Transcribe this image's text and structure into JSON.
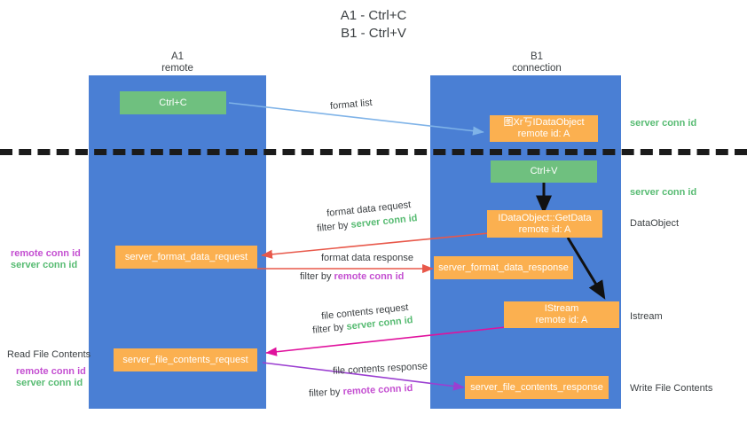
{
  "title": {
    "line1": "A1 - Ctrl+C",
    "line2": "B1 - Ctrl+V"
  },
  "lanes": [
    {
      "name": "A1",
      "sub": "remote"
    },
    {
      "name": "B1",
      "sub": "connection"
    }
  ],
  "nodes": {
    "ctrl_c": {
      "line1": "Ctrl+C",
      "color": "#6fc07f"
    },
    "ctrl_v": {
      "line1": "Ctrl+V",
      "color": "#6fc07f"
    },
    "idataobject": {
      "line1": "图Xr丂IDataObject",
      "line2": "remote id: A",
      "color": "#fbb050"
    },
    "getdata": {
      "line1": "IDataObject::GetData",
      "line2": "remote id: A",
      "color": "#fbb050"
    },
    "istream": {
      "line1": "IStream",
      "line2": "remote id: A",
      "color": "#fbb050"
    },
    "format_data_request": {
      "line1": "server_format_data_request",
      "color": "#fbb050"
    },
    "format_data_response": {
      "line1": "server_format_data_response",
      "color": "#fbb050"
    },
    "file_contents_request": {
      "line1": "server_file_contents_request",
      "color": "#fbb050"
    },
    "file_contents_response": {
      "line1": "server_file_contents_response",
      "color": "#fbb050"
    }
  },
  "edge_labels": {
    "format_list": "format list",
    "format_data_request": "format data request",
    "format_data_request_filter_pre": "filter by ",
    "format_data_request_filter_key": "server conn id",
    "format_data_response": "format data response",
    "format_data_response_filter_pre": "filter by ",
    "format_data_response_filter_key": "remote conn id",
    "file_contents_request": "file contents request",
    "file_contents_request_filter_pre": "filter by ",
    "file_contents_request_filter_key": "server conn id",
    "file_contents_response": "file contents response",
    "file_contents_response_filter_pre": "filter by ",
    "file_contents_response_filter_key": "remote conn id"
  },
  "right_labels": {
    "server_conn_id_top": "server conn id",
    "server_conn_id_mid": "server conn id",
    "dataobject": "DataObject",
    "istream": "Istream",
    "write_file_contents": "Write File Contents"
  },
  "left_labels": {
    "remote_conn_id_top": "remote conn id",
    "server_conn_id_top": "server conn id",
    "read_file_contents": "Read File Contents",
    "remote_conn_id_bottom": "remote conn id",
    "server_conn_id_bottom": "server conn id"
  },
  "colors": {
    "lane": "#4a7fd4",
    "green": "#6fc07f",
    "orange": "#fbb050",
    "green_text": "#57bb72",
    "magenta_text": "#c44fd1",
    "arrow_blue": "#7fb3e8",
    "arrow_red": "#e8584a",
    "arrow_magenta": "#e0119d",
    "arrow_purple": "#9b3fd1",
    "arrow_black": "#111111",
    "dash": "#1b1b1b"
  }
}
